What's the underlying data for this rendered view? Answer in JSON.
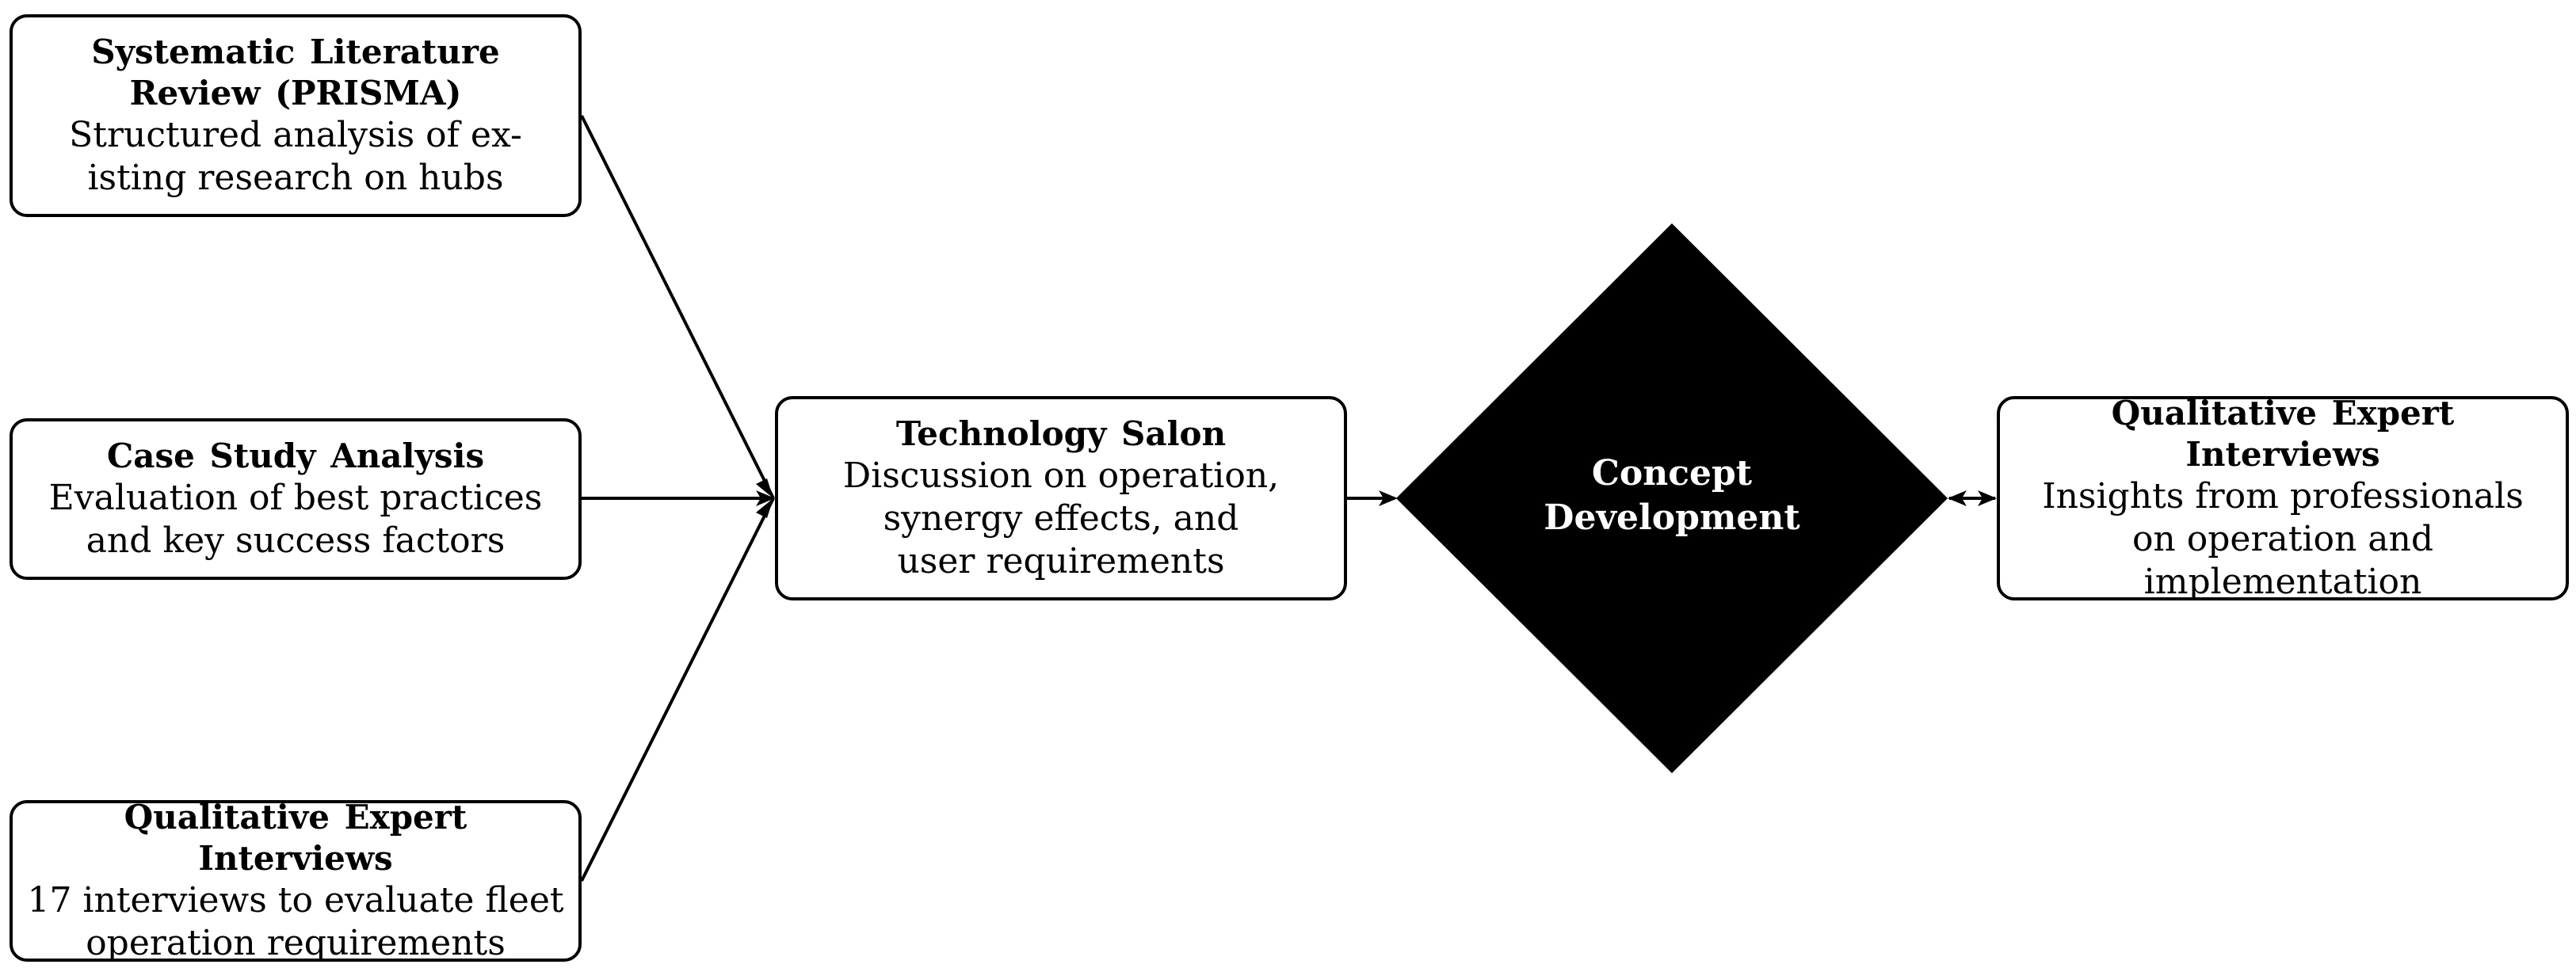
{
  "nodes": {
    "literature_review": {
      "title": "Systematic Literature\nReview (PRISMA)",
      "description": "Structured analysis of ex-\nisting research on hubs"
    },
    "case_study": {
      "title": "Case Study Analysis",
      "description": "Evaluation of best practices\nand key success factors"
    },
    "expert_interviews_input": {
      "title": "Qualitative Expert Interviews",
      "description": "17 interviews to evaluate fleet\noperation requirements"
    },
    "technology_salon": {
      "title": "Technology Salon",
      "description": "Discussion on operation,\nsynergy effects, and\nuser requirements"
    },
    "concept_development": {
      "title": "Concept\nDevelopment"
    },
    "expert_interviews_validation": {
      "title": "Qualitative Expert Interviews",
      "description": "Insights from professionals\non operation and\nimplementation"
    }
  },
  "colors": {
    "stroke": "#000000",
    "diamond_fill": "#000000",
    "diamond_text": "#ffffff",
    "node_fill": "#ffffff"
  }
}
